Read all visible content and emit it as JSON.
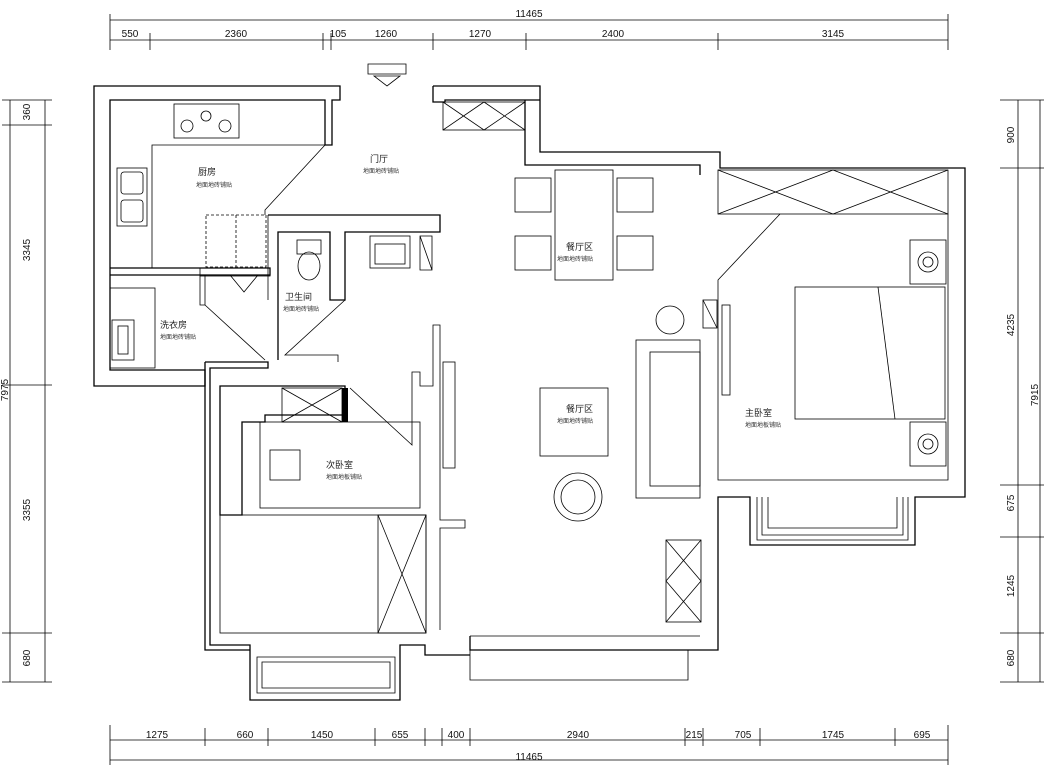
{
  "dimensions": {
    "top_total": "11465",
    "top_segments": [
      "550",
      "2360",
      "105",
      "1260",
      "1270",
      "2400",
      "3145"
    ],
    "bottom_total": "11465",
    "bottom_segments": [
      "1275",
      "660",
      "1450",
      "655",
      "400",
      "2940",
      "215",
      "705",
      "1745",
      "695"
    ],
    "left_total": "7975",
    "left_segments": [
      "360",
      "3345",
      "3355",
      "680"
    ],
    "right_total": "7915",
    "right_segments": [
      "900",
      "4235",
      "675",
      "1245",
      "680"
    ]
  },
  "rooms": {
    "kitchen": {
      "name": "厨房",
      "floor": "地面地砖铺贴"
    },
    "entrance": {
      "name": "门厅",
      "floor": "地面地砖铺贴"
    },
    "laundry": {
      "name": "洗衣房",
      "floor": "地面地砖铺贴"
    },
    "bathroom": {
      "name": "卫生间",
      "floor": "地面地砖铺贴"
    },
    "dining": {
      "name": "餐厅区",
      "floor": "地面地砖铺贴"
    },
    "living": {
      "name": "餐厅区",
      "floor": "地面地砖铺贴"
    },
    "master_bedroom": {
      "name": "主卧室",
      "floor": "地面地板铺贴"
    },
    "second_bedroom": {
      "name": "次卧室",
      "floor": "地面地板铺贴"
    }
  }
}
